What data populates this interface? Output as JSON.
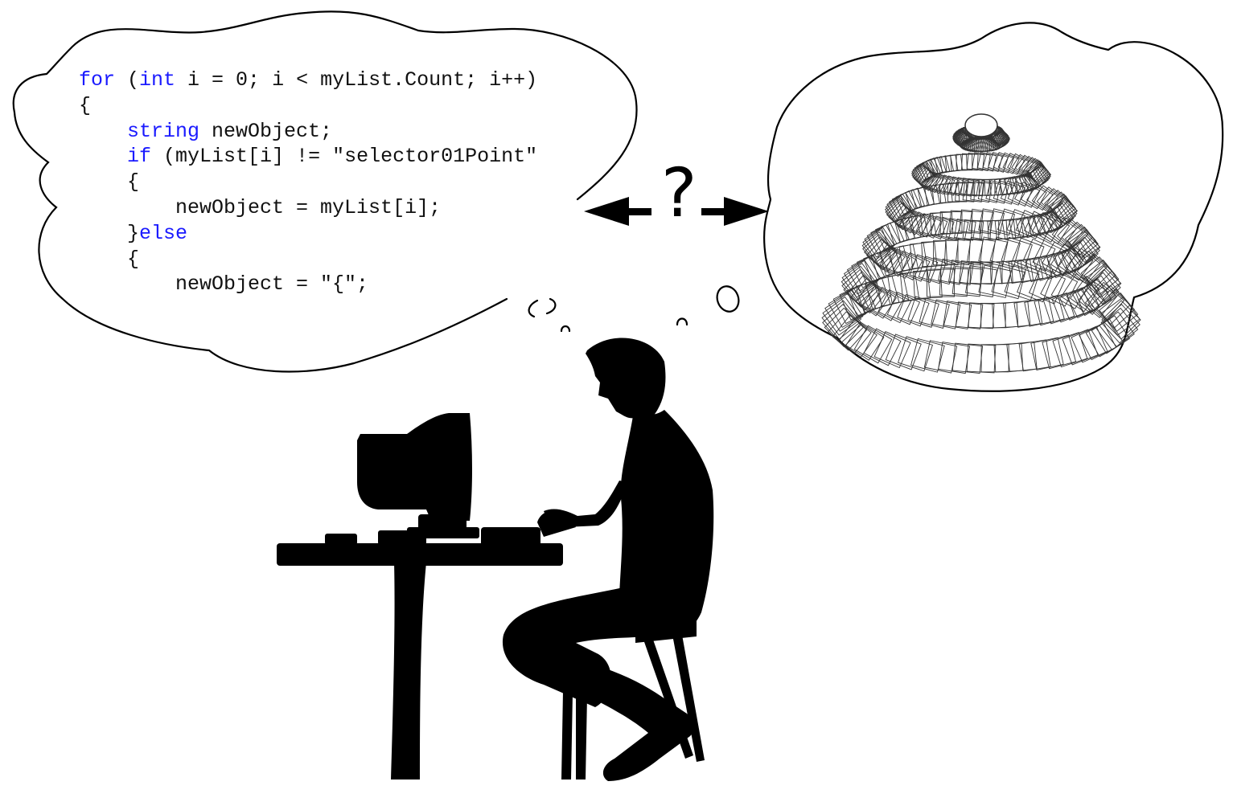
{
  "code_lines": [
    [
      {
        "t": "for",
        "kw": true
      },
      {
        "t": " ("
      },
      {
        "t": "int",
        "kw": true
      },
      {
        "t": " i = 0; i < myList.Count; i++)"
      }
    ],
    [
      {
        "t": "{"
      }
    ],
    [
      {
        "t": "    "
      },
      {
        "t": "string",
        "kw": true
      },
      {
        "t": " newObject;"
      }
    ],
    [
      {
        "t": "    "
      },
      {
        "t": "if",
        "kw": true
      },
      {
        "t": " (myList[i] != \"selector01Point\""
      }
    ],
    [
      {
        "t": "    {"
      }
    ],
    [
      {
        "t": "        newObject = myList[i];"
      }
    ],
    [
      {
        "t": "    }"
      },
      {
        "t": "else",
        "kw": true
      }
    ],
    [
      {
        "t": "    {"
      }
    ],
    [
      {
        "t": "        newObject = \"{\";"
      }
    ]
  ],
  "question_mark": "?",
  "colors": {
    "keyword": "#1a1aff",
    "code_text": "#111111",
    "ink": "#000000",
    "background": "#ffffff"
  },
  "icons": {
    "arrow_left": "arrow-left-icon",
    "arrow_right": "arrow-right-icon",
    "person": "person-at-computer-silhouette",
    "shape": "wireframe-surface"
  }
}
